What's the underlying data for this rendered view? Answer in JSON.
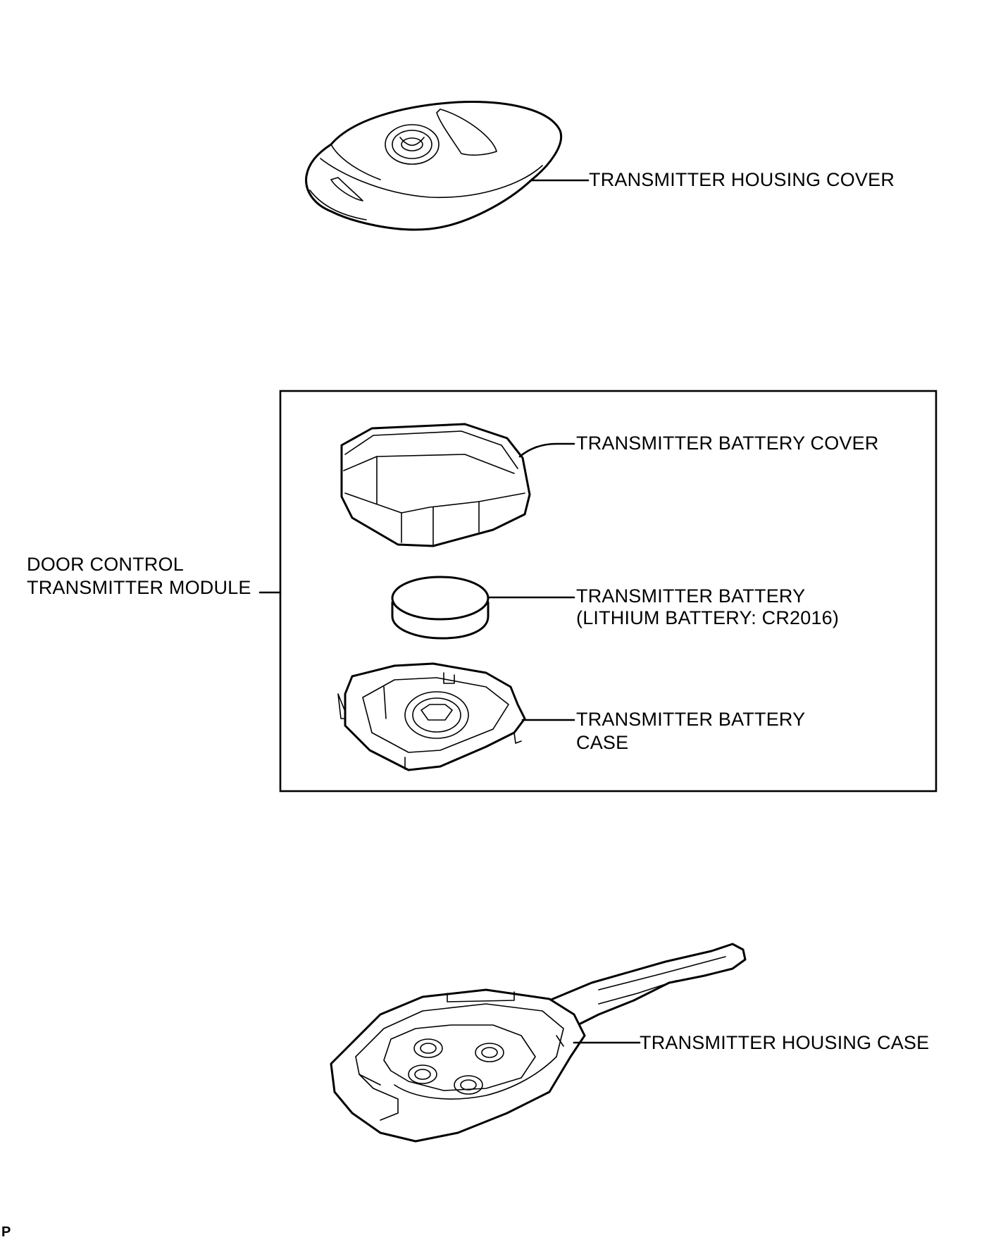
{
  "labels": {
    "housing_cover": "TRANSMITTER HOUSING COVER",
    "battery_cover": "TRANSMITTER BATTERY COVER",
    "battery_line1": "TRANSMITTER BATTERY",
    "battery_line2": "(LITHIUM BATTERY: CR2016)",
    "battery_case_line1": "TRANSMITTER BATTERY",
    "battery_case_line2": "CASE",
    "module_line1": "DOOR CONTROL",
    "module_line2": "TRANSMITTER MODULE",
    "housing_case": "TRANSMITTER HOUSING CASE"
  },
  "corner_mark": "P"
}
